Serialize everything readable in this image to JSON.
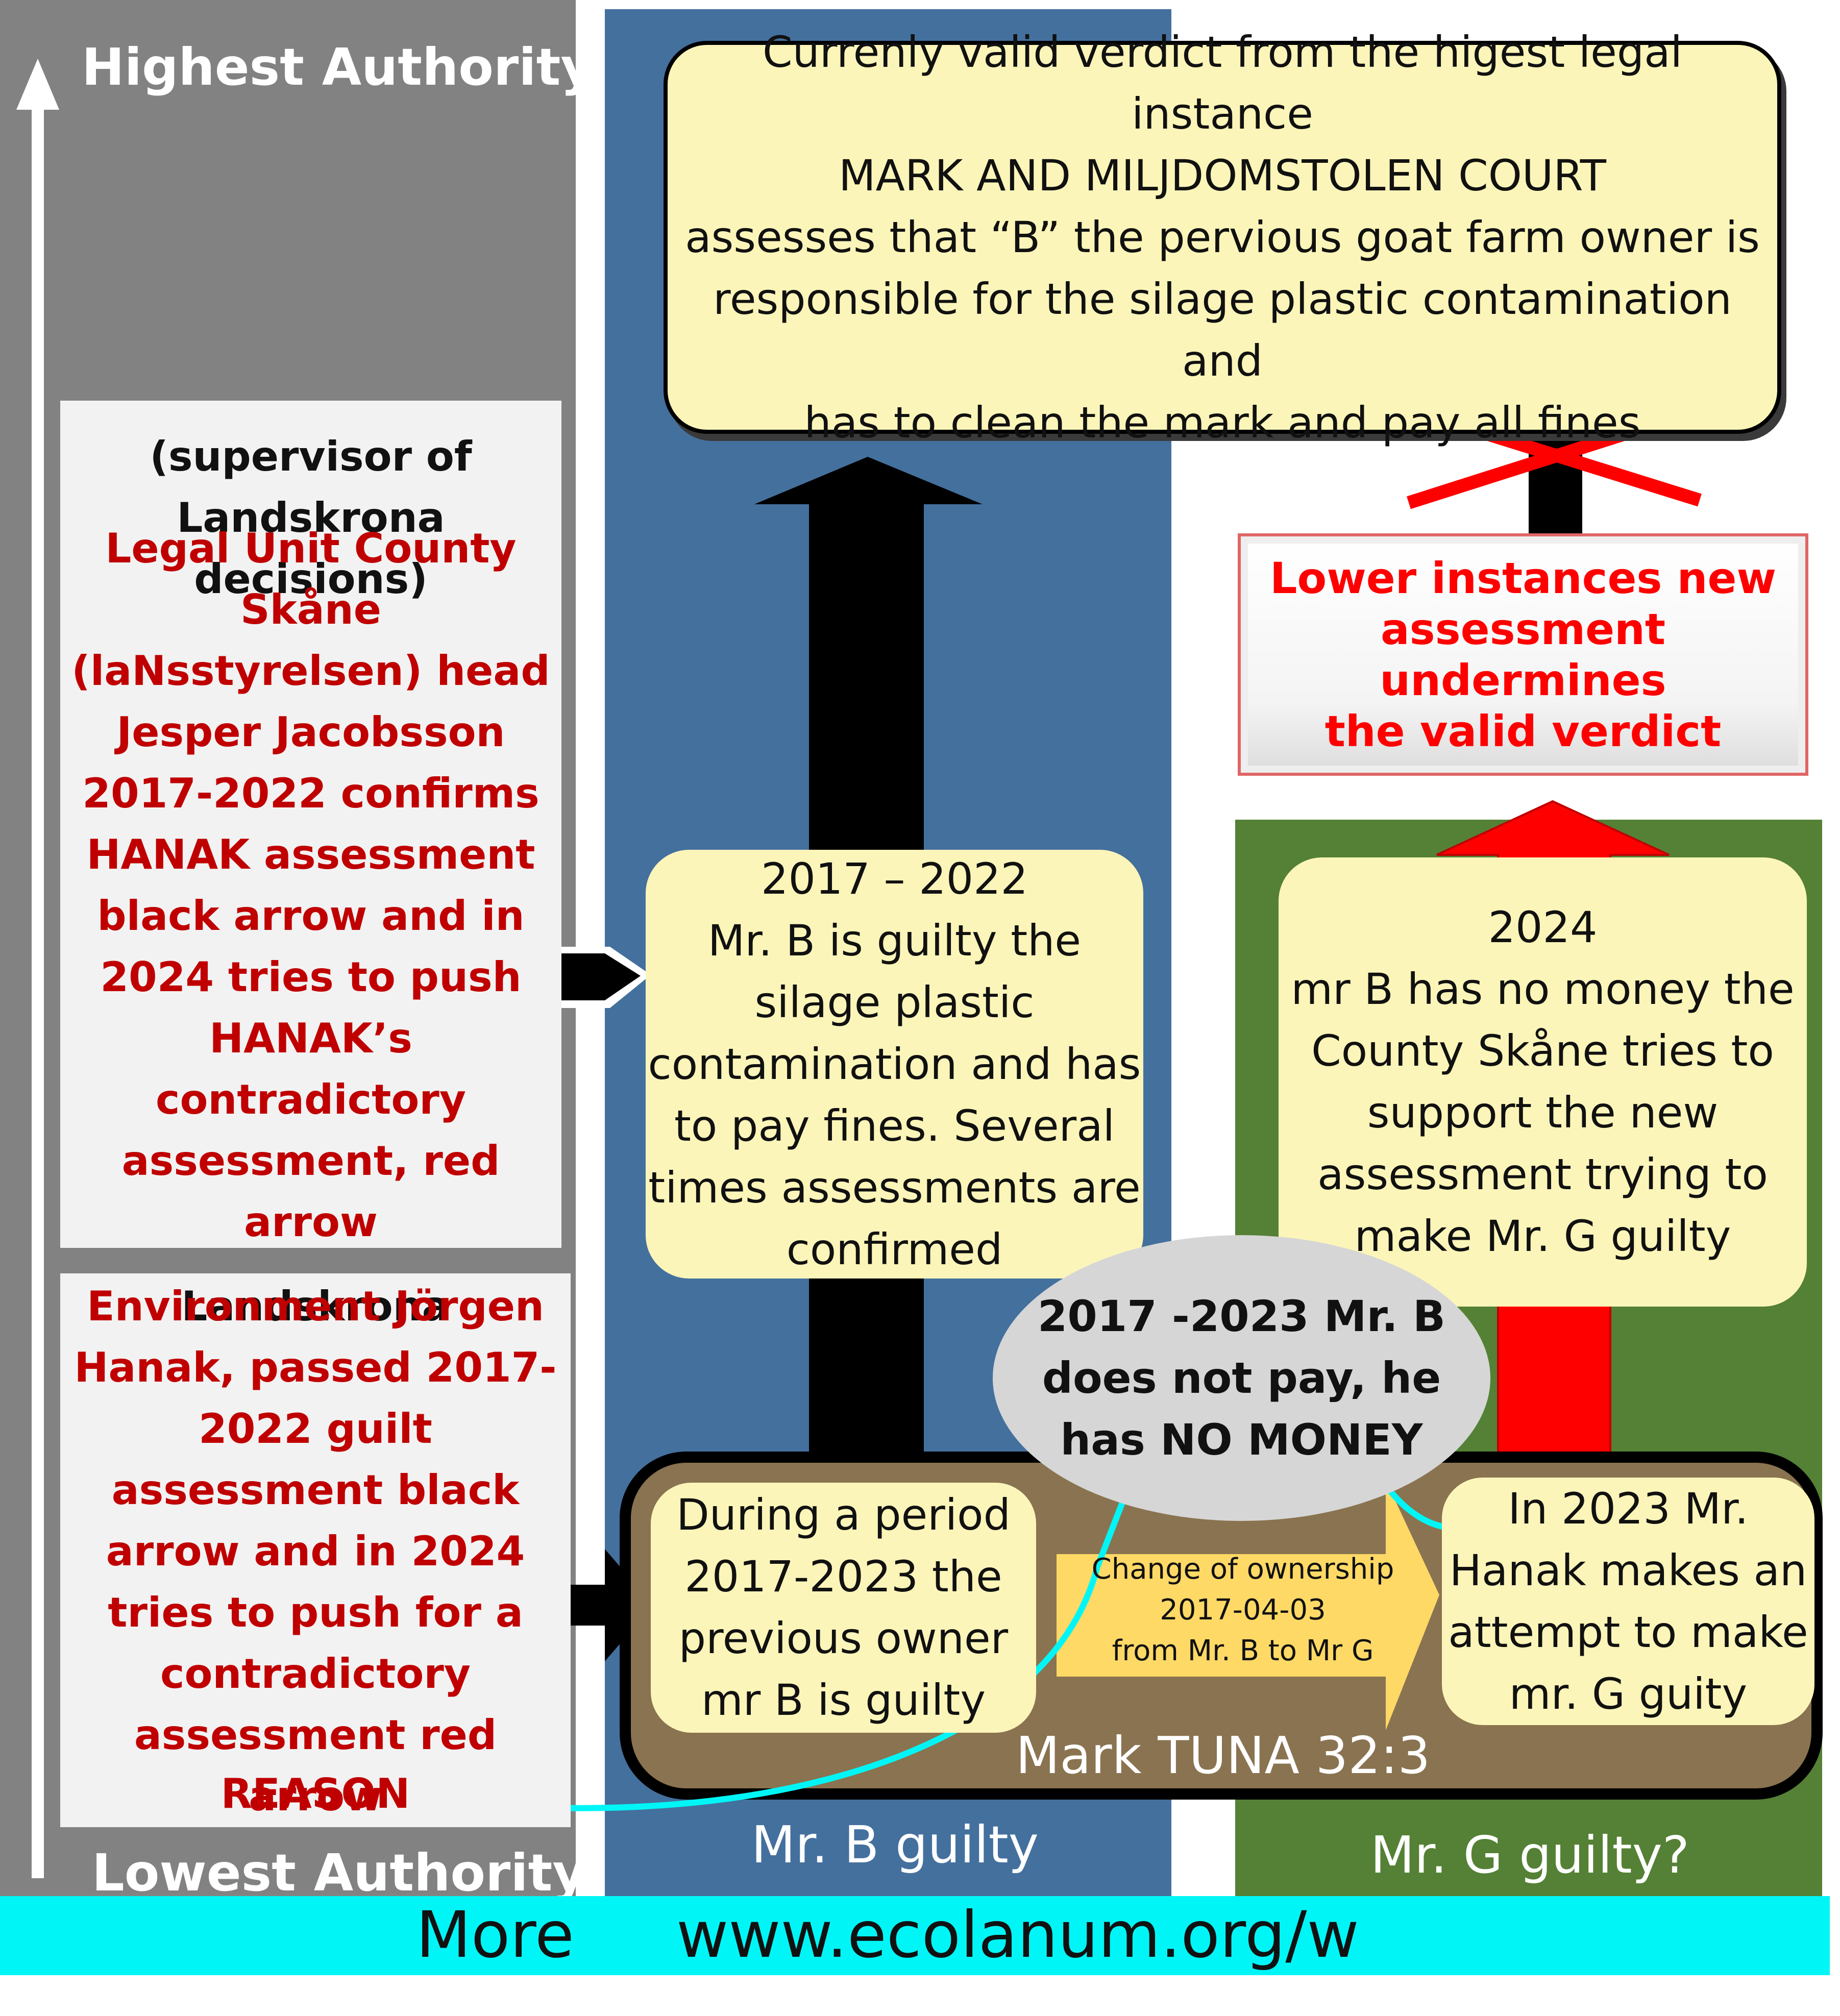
{
  "left": {
    "highest": "Highest Authority",
    "lowest": "Lowest Authority",
    "county": {
      "heading": "(supervisor of\nLandskrona decisions)",
      "body": "Legal Unit County Skåne (laNsstyrelsen) head Jesper Jacobsson 2017-2022 confirms HANAK assessment black arrow  and   in 2024 tries to push HANAK’s contradictory assessment, red arrow"
    },
    "landskrona": {
      "heading": "Landskrona",
      "body": "Environment  Jörgen Hanak, passed 2017-2022 guilt assessment black arrow and in 2024 tries to push for a contradictory assessment red arrow",
      "reason": "REASON"
    }
  },
  "verdict": "Currenly valid verdict from  the higest legal instance\nMARK AND MILJDOMSTOLEN COURT\nassesses that  “B”  the pervious goat farm owner  is\nresponsible for the silage plastic contamination and\nhas to clean the mark and pay all fines",
  "lower_instances": "Lower instances new\nassessment  undermines\nthe valid verdict",
  "box_2017_2022": "2017 – 2022\nMr. B  is guilty  the\nsilage plastic\ncontamination and has\nto pay fines. Several\ntimes assessments are\nconfirmed",
  "box_2024": "2024\nmr B has no money the\nCounty Skåne tries to\nsupport the new\nassessment trying to\nmake Mr. G guilty",
  "no_money": "2017 -2023  Mr. B\ndoes not pay, he\nhas NO MONEY",
  "period": "During a period\n2017-2023 the\nprevious owner\nmr B  is guilty",
  "ownership": "Change of ownership\n2017-04-03\nfrom Mr. B to Mr G",
  "hanak_2023": "In 2023 Mr.\nHanak makes an\nattempt to make\nmr. G  guity",
  "mark": "Mark TUNA 32:3",
  "mr_b_guilty": "Mr. B guilty",
  "mr_g_guilty": "Mr. G guilty?",
  "footer": {
    "more": "More",
    "url": "www.ecolanum.org/w"
  },
  "colors": {
    "gray": "#828282",
    "blue": "#44709e",
    "green": "#548135",
    "yellow": "#fcf5b9",
    "brown": "#8a7350",
    "red": "#ff0000",
    "dark_red": "#c00000",
    "cyan": "#00f6f6"
  }
}
